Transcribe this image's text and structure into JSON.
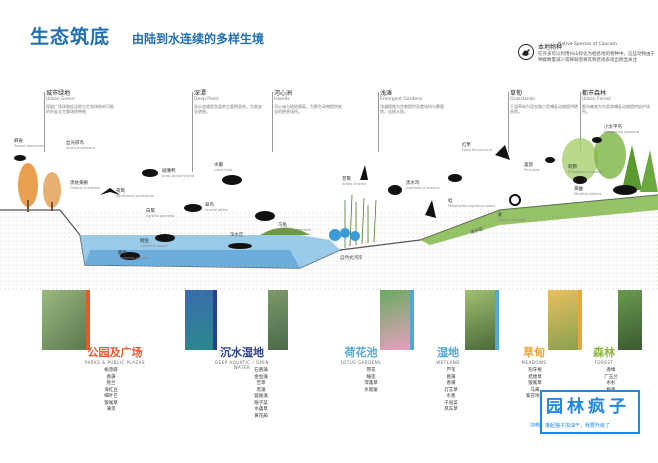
{
  "header": {
    "title": "生态筑底",
    "subtitle": "由陆到水连续的多样生境"
  },
  "legend": {
    "title": "本地物种",
    "title_en": "Native Species of Concern",
    "description": "在许多可以利用州山师化为栖息地的物种中，这些动物由于种群数量减少或稀缺而将其称息地表现出明显关注"
  },
  "zones": [
    {
      "cn": "城市绿地",
      "en": "Urban Green",
      "desc": "保留广场场和低洼地与生态场地的可能的外延式主题场地种植"
    },
    {
      "cn": "深潭",
      "en": "Deep Pools",
      "desc": "深水池塘是鱼类的主要栖息地，为其安全避害。"
    },
    {
      "cn": "河心洲",
      "en": "Islands",
      "desc": "河心洲与陆地隔离，为野生动物提供安全的栖息场所。"
    },
    {
      "cn": "浅滩",
      "en": "Emergent Gardens",
      "desc": "浅滩植物为涉禽提供觅食场所与繁殖地，连接水陆。"
    },
    {
      "cn": "草甸",
      "en": "Grasslands",
      "desc": "干湿草甸为昆虫和小型哺乳动物提供栖息地。"
    },
    {
      "cn": "都市森林",
      "en": "Urban Forest",
      "desc": "都市森林为鸟类和哺乳动物提供庇护场所。"
    }
  ],
  "species": [
    {
      "cn": "麻雀",
      "en": "Passer montanus"
    },
    {
      "cn": "丝光椋鸟",
      "en": "Sturnus sericeus"
    },
    {
      "cn": "黑枕黄鹂",
      "en": "Oriolus chinensis"
    },
    {
      "cn": "夜鹭",
      "en": "Nycticorax nycticorax"
    },
    {
      "cn": "斑嘴鸭",
      "en": "Anas zonorhyncha"
    },
    {
      "cn": "白鹭",
      "en": "Egretta garzetta"
    },
    {
      "cn": "翠鸟",
      "en": "Alcedo atthis"
    },
    {
      "cn": "水獭",
      "en": "Lutra lutra"
    },
    {
      "cn": "乌龟",
      "en": "Mauremys reevesii"
    },
    {
      "cn": "鲤鱼",
      "en": "Cyprinus carpio"
    },
    {
      "cn": "鲫鱼",
      "en": "Carassius auratus"
    },
    {
      "cn": "黑水鸡",
      "en": "Gallinula chloropus"
    },
    {
      "cn": "苍鹭",
      "en": "Ardea cinerea"
    },
    {
      "cn": "红隼",
      "en": "Falco tinnunculus"
    },
    {
      "cn": "蛙",
      "en": "Pelophylax nigromaculatus"
    },
    {
      "cn": "蛇",
      "en": "Elaphe carinata"
    },
    {
      "cn": "喜鹊",
      "en": "Pica pica"
    },
    {
      "cn": "刺猬",
      "en": "Erinaceus amurensis"
    },
    {
      "cn": "黄鼬",
      "en": "Mustela sibirica"
    },
    {
      "cn": "小太平鸟",
      "en": "Bombycilla japonica"
    }
  ],
  "section_labels": {
    "natural_bank": "自然式河岸",
    "shallow": "浅水区",
    "deep": "深水区"
  },
  "categories": [
    {
      "cn": "公园及广场",
      "en": "PARKS & PUBLIC PLAZAS",
      "color": "#e8572a",
      "plants": "榆荨麻\n香蒲\n葱兰\n海红豆\n细叶芒\n狼尾草\n蒲苇"
    },
    {
      "cn": "沉水湿地",
      "en": "DEEP AQUATIC / OPEN WATER",
      "color": "#2a3f8f",
      "plants": "石菖蒲\n金鱼藻\n苦草\n黑藻\n狐尾藻\n眼子菜\n水蕴草\n黄花蔺"
    },
    {
      "cn": "荷花池",
      "en": "LOTUS GARDENS",
      "color": "#4fa8d8",
      "plants": "荷花\n睡莲\n萍蓬草\n水罂粟"
    },
    {
      "cn": "湿地",
      "en": "WETLAND",
      "color": "#4fa8d8",
      "plants": "芦苇\n菖蒲\n香蒲\n灯芯草\n水葱\n千屈菜\n风车草"
    },
    {
      "cn": "草甸",
      "en": "MEADOWS",
      "color": "#e8a838",
      "plants": "狗牙根\n结缕草\n狼尾草\n马蔺\n紫花地丁"
    },
    {
      "cn": "森林",
      "en": "FOREST",
      "color": "#8ab840",
      "plants": "香樟\n广玉兰\n水杉\n枫香\n栾树\n银杏"
    }
  ],
  "watermark": {
    "logo": "园林疯子",
    "slogan": "冲啊，撸起袖子加油干，我要升级了"
  },
  "colors": {
    "title": "#1f6fb2",
    "water": "#8fc6e8",
    "deep_water": "#5a9fd4",
    "grass": "#7cb342",
    "tree_orange": "#e8a050"
  }
}
